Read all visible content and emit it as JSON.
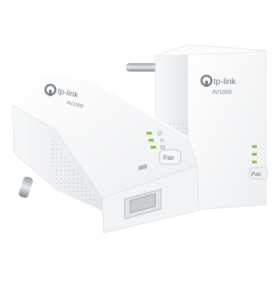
{
  "product": {
    "left_unit": {
      "brand": "tp-link",
      "model": "AV1000",
      "pair_button": "Pair"
    },
    "right_unit": {
      "brand": "tp-link",
      "model": "AV1000",
      "pair_button": "Pair"
    }
  },
  "colors": {
    "led": "#8bc34a",
    "body": "#f4f5f6",
    "shadow": "#d9dcdf"
  }
}
